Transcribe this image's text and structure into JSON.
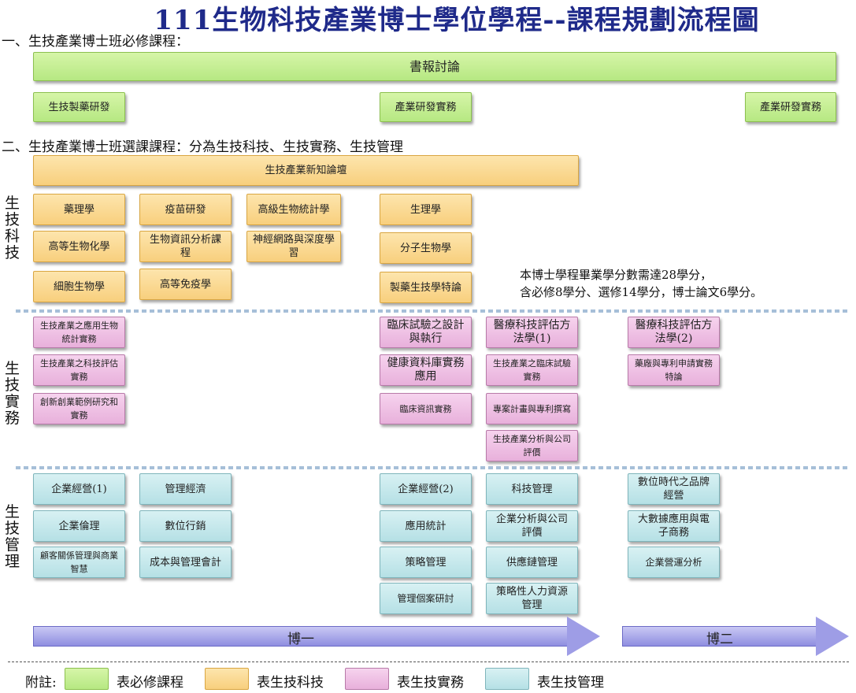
{
  "title": "111生物科技產業博士學位學程--課程規劃流程圖",
  "section1": "一、生技產業博士班必修課程：",
  "required": {
    "bar": "書報討論",
    "boxes": [
      "生技製藥研發",
      "產業研發實務",
      "產業研發實務"
    ]
  },
  "section2": "二、生技產業博士班選課課程：分為生技科技、生技實務、生技管理",
  "forum": "生技產業新知論壇",
  "side_labels": {
    "sci": "生技科技",
    "prac": "生技實務",
    "mgmt": "生技管理"
  },
  "sci": [
    "藥理學",
    "疫苗研發",
    "高級生物統計學",
    "生理學",
    "高等生物化學",
    "生物資訊分析課程",
    "神經網路與深度學習",
    "分子生物學",
    "細胞生物學",
    "高等免疫學",
    "製藥生技學特論"
  ],
  "prac": [
    "生技產業之應用生物統計實務",
    "生技產業之科技評估實務",
    "創新創業範例研究和實務",
    "臨床試驗之設計與執行",
    "健康資料庫實務應用",
    "臨床資訊實務",
    "醫療科技評估方法學(1)",
    "生技產業之臨床試驗實務",
    "專案計畫與專利撰寫",
    "生技產業分析與公司評價",
    "醫療科技評估方法學(2)",
    "藥廠與專利申請實務特論"
  ],
  "mgmt": [
    "企業經營(1)",
    "企業倫理",
    "顧客關係管理與商業智慧",
    "管理經濟",
    "數位行銷",
    "成本與管理會計",
    "企業經營(2)",
    "應用統計",
    "策略管理",
    "管理個案研討",
    "科技管理",
    "企業分析與公司評價",
    "供應鏈管理",
    "策略性人力資源管理",
    "數位時代之品牌經營",
    "大數據應用與電子商務",
    "企業營運分析"
  ],
  "note": [
    "本博士學程畢業學分數需達28學分，",
    "含必修8學分、選修14學分，博士論文6學分。"
  ],
  "years": [
    "博一",
    "博二"
  ],
  "legend": {
    "label": "附註:",
    "items": [
      "表必修課程",
      "表生技科技",
      "表生技實務",
      "表生技管理"
    ]
  }
}
